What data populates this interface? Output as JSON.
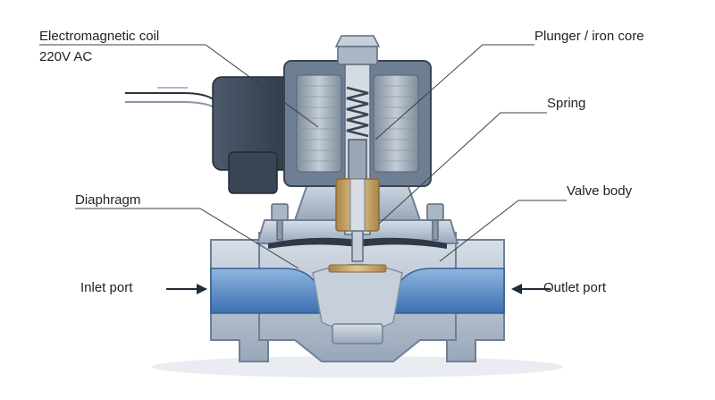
{
  "labels": {
    "coil_line1": "Electromagnetic coil",
    "coil_line2": "220V AC",
    "plunger": "Plunger / iron core",
    "spring": "Spring",
    "valve_body": "Valve body",
    "diaphragm": "Diaphragm",
    "inlet": "Inlet port",
    "outlet": "Outlet port"
  },
  "colors": {
    "body_steel": "#b9c5d3",
    "body_shadow": "#7f8fa3",
    "flow_blue": "#4f86c6",
    "coil_housing": "#3f4b5b",
    "coil_winding": "#9aa6b4",
    "brass": "#c9a96b",
    "arrow": "#1f2a3a"
  }
}
